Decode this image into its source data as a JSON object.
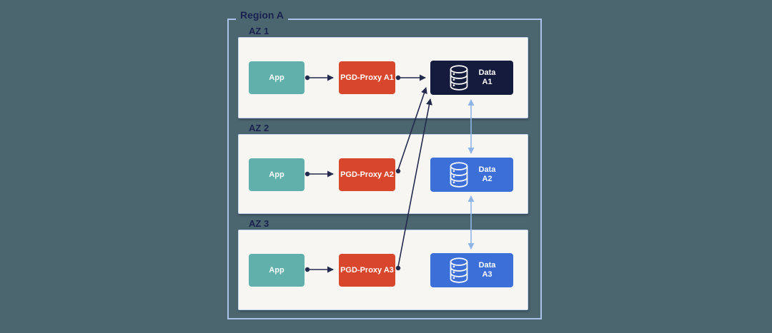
{
  "region": {
    "label": "Region A"
  },
  "zones": [
    {
      "label": "AZ 1",
      "app_label": "App",
      "proxy_label": "PGD-Proxy A1",
      "data_label_line1": "Data",
      "data_label_line2": "A1"
    },
    {
      "label": "AZ 2",
      "app_label": "App",
      "proxy_label": "PGD-Proxy A2",
      "data_label_line1": "Data",
      "data_label_line2": "A2"
    },
    {
      "label": "AZ 3",
      "app_label": "App",
      "proxy_label": "PGD-Proxy A3",
      "data_label_line1": "Data",
      "data_label_line2": "A3"
    }
  ],
  "connections": [
    {
      "from": "App (AZ 1)",
      "to": "PGD-Proxy A1",
      "style": "solid-dark-arrow"
    },
    {
      "from": "PGD-Proxy A1",
      "to": "Data A1",
      "style": "solid-dark-arrow"
    },
    {
      "from": "App (AZ 2)",
      "to": "PGD-Proxy A2",
      "style": "solid-dark-arrow"
    },
    {
      "from": "PGD-Proxy A2",
      "to": "Data A1",
      "style": "solid-dark-arrow-diagonal"
    },
    {
      "from": "App (AZ 3)",
      "to": "PGD-Proxy A3",
      "style": "solid-dark-arrow"
    },
    {
      "from": "PGD-Proxy A3",
      "to": "Data A1",
      "style": "solid-dark-arrow-diagonal"
    },
    {
      "from": "Data A1",
      "to": "Data A2",
      "style": "bidirectional-light-blue"
    },
    {
      "from": "Data A2",
      "to": "Data A3",
      "style": "bidirectional-light-blue"
    }
  ],
  "colors": {
    "background": "#4c6670",
    "region_border": "#a9c3ea",
    "zone_panel_bg": "#f7f6f2",
    "zone_panel_border": "#c2d3ee",
    "app_box": "#61b0ac",
    "proxy_box": "#d8472b",
    "data_primary_box": "#141b3d",
    "data_replica_box": "#3c6fd7",
    "connector_dark": "#232a4d",
    "connector_replication": "#8fb5e8",
    "label_text": "#19224e",
    "box_text": "#ffffff"
  }
}
